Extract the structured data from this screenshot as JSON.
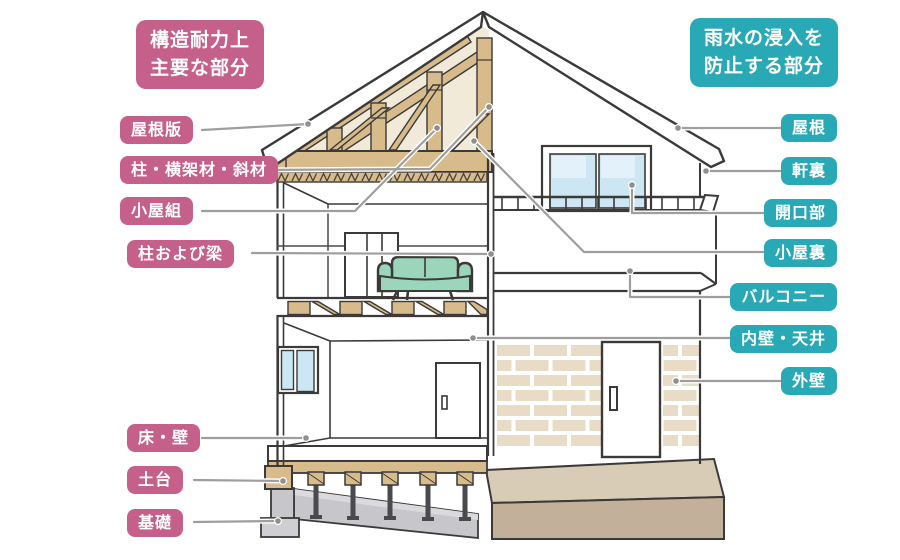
{
  "structural": {
    "header": {
      "line1": "構造耐力上",
      "line2": "主要な部分"
    },
    "labels": [
      {
        "id": "roof-board",
        "text": "屋根版"
      },
      {
        "id": "columns-horizontal-diagonal-members",
        "text": "柱・横架材・斜材"
      },
      {
        "id": "roof-truss",
        "text": "小屋組"
      },
      {
        "id": "columns-and-beams",
        "text": "柱および梁"
      },
      {
        "id": "floor-wall",
        "text": "床・壁"
      },
      {
        "id": "sill",
        "text": "土台"
      },
      {
        "id": "foundation",
        "text": "基礎"
      }
    ]
  },
  "waterproof": {
    "header": {
      "line1": "雨水の浸入を",
      "line2": "防止する部分"
    },
    "labels": [
      {
        "id": "roof",
        "text": "屋根"
      },
      {
        "id": "eaves-soffit",
        "text": "軒裏"
      },
      {
        "id": "openings",
        "text": "開口部"
      },
      {
        "id": "attic",
        "text": "小屋裏"
      },
      {
        "id": "balcony",
        "text": "バルコニー"
      },
      {
        "id": "interior-wall-ceiling",
        "text": "内壁・天井"
      },
      {
        "id": "exterior-wall",
        "text": "外壁"
      }
    ]
  },
  "colors": {
    "structural_label_bg": "#c4608a",
    "waterproof_label_bg": "#29a9b6",
    "label_text": "#ffffff",
    "outline": "#3b3a39",
    "wood": "#d8bb8a",
    "attic_interior": "#f1ead9",
    "window_glass": "#cde6f4",
    "sofa": "#9bd6bb",
    "brick": "#e8dcc7",
    "ground_top": "#d9ccb7",
    "ground_front": "#c2b09a",
    "concrete": "#c6c6cb",
    "leader_line": "#9e9e9e"
  }
}
